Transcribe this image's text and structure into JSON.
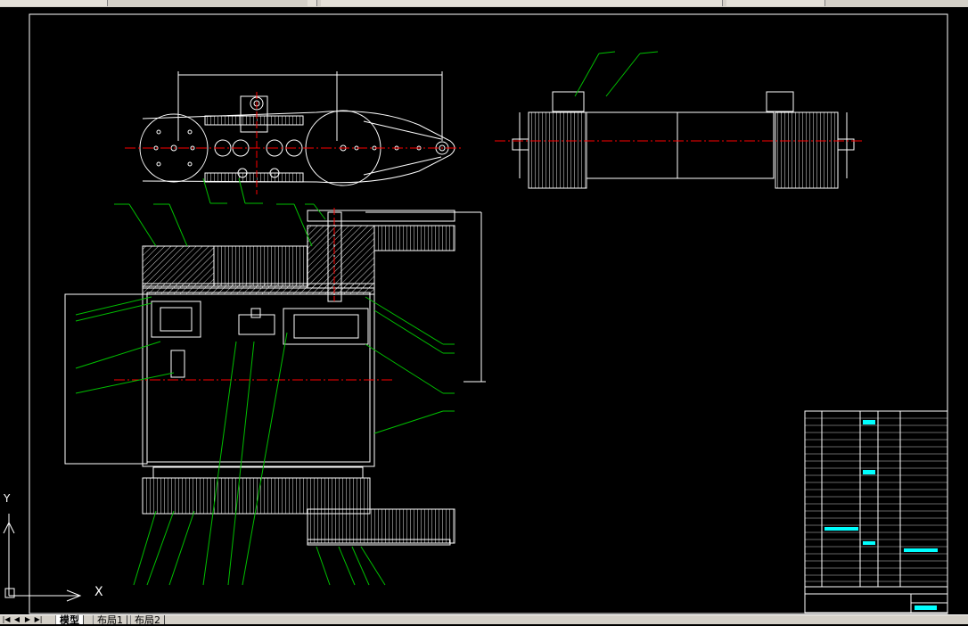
{
  "tabs": [
    {
      "label": "模型",
      "active": true
    },
    {
      "label": "布局1",
      "active": false
    },
    {
      "label": "布局2",
      "active": false
    }
  ],
  "ucs": {
    "x_label": "X",
    "y_label": "Y"
  },
  "colors": {
    "background": "#000000",
    "lines": "#ffffff",
    "centerlines": "#ff0000",
    "leaders": "#00c000",
    "dimensions": "#ffffff",
    "highlight": "#00ffff",
    "hatch": "#ffffff"
  },
  "nav_icons": [
    "first-layout-icon",
    "previous-layout-icon",
    "next-layout-icon",
    "last-layout-icon"
  ]
}
